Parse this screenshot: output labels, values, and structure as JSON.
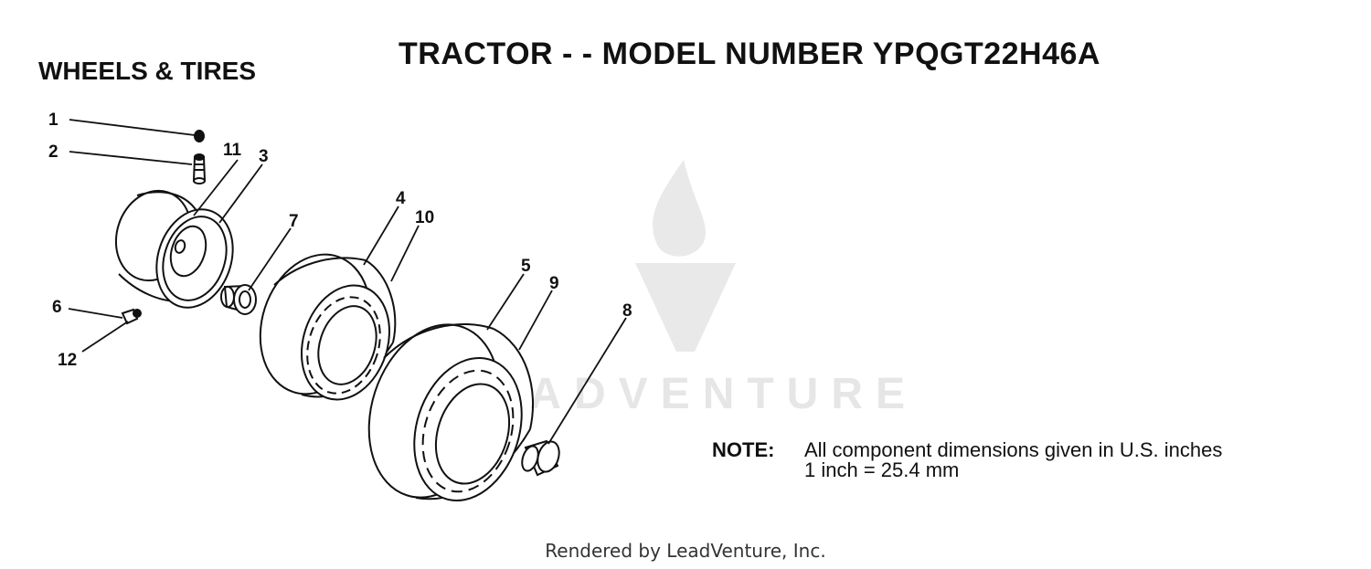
{
  "header": {
    "title": "TRACTOR - - MODEL NUMBER YPQGT22H46A",
    "section": "WHEELS & TIRES"
  },
  "callouts": [
    "1",
    "2",
    "11",
    "3",
    "7",
    "4",
    "10",
    "5",
    "9",
    "8",
    "6",
    "12"
  ],
  "note": {
    "label": "NOTE:",
    "line1": "All component dimensions given in U.S. inches",
    "line2": "1 inch = 25.4 mm"
  },
  "watermark": {
    "text": "LEADVENTURE"
  },
  "footer": {
    "text": "Rendered by LeadVenture, Inc."
  }
}
